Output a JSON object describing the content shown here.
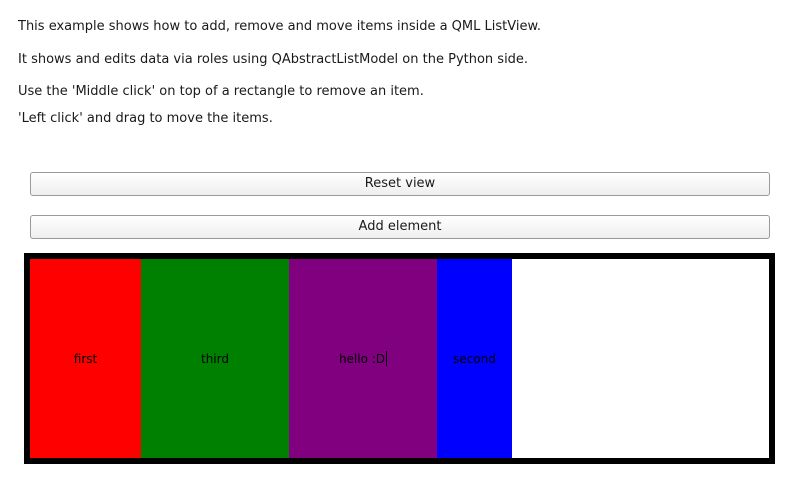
{
  "instructions": {
    "lines": [
      "This example shows how to add, remove and move items inside a QML ListView.",
      "It shows and edits data via roles using QAbstractListModel on the Python side.",
      "Use the 'Middle click' on top of a rectangle to remove an item.",
      "'Left click' and drag to move the items."
    ]
  },
  "toolbar": {
    "reset_label": "Reset view",
    "add_label": "Add element"
  },
  "listview": {
    "border_color": "#000000",
    "background": "#ffffff",
    "items": [
      {
        "label": "first",
        "color": "#ff0000",
        "width": 111,
        "editing": false
      },
      {
        "label": "third",
        "color": "#008000",
        "width": 148,
        "editing": false
      },
      {
        "label": "hello :D",
        "color": "#800080",
        "width": 148,
        "editing": true
      },
      {
        "label": "second",
        "color": "#0000ff",
        "width": 75,
        "editing": false
      }
    ]
  }
}
